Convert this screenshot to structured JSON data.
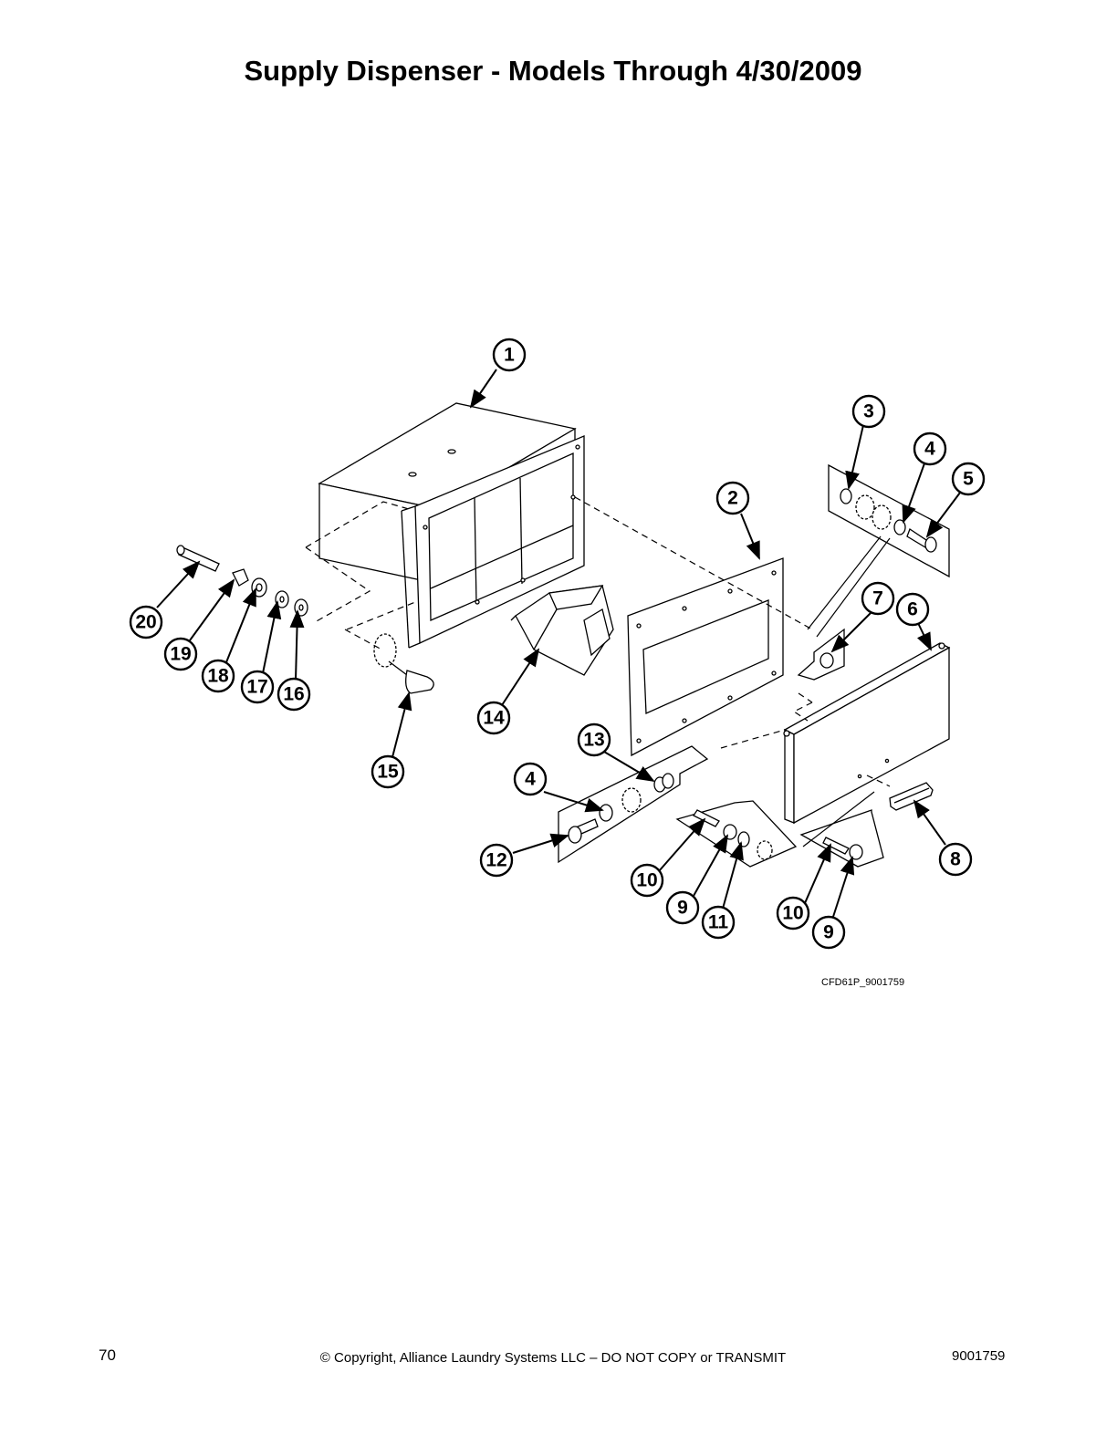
{
  "page": {
    "title": "Supply Dispenser - Models Through 4/30/2009",
    "page_number": "70",
    "copyright": "© Copyright, Alliance Laundry Systems LLC – DO NOT COPY or TRANSMIT",
    "doc_number": "9001759"
  },
  "diagram": {
    "drawing_code": "CFD61P_9001759",
    "callouts": [
      "1",
      "2",
      "3",
      "4",
      "5",
      "6",
      "7",
      "8",
      "9",
      "10",
      "11",
      "12",
      "13",
      "14",
      "15",
      "16",
      "17",
      "18",
      "19",
      "20",
      "4",
      "10",
      "9"
    ]
  }
}
